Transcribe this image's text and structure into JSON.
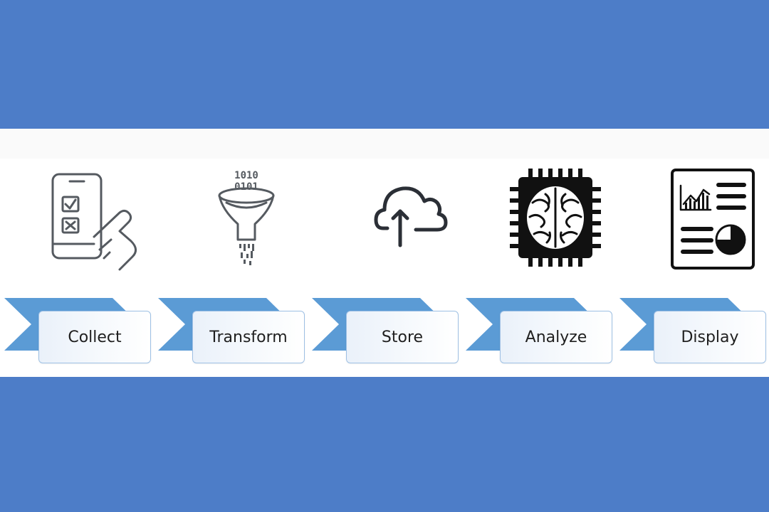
{
  "colors": {
    "background": "#4d7dc8",
    "band": "#ffffff",
    "chevron": "#5b9bd5",
    "label_border": "#9ec0e4",
    "icon_gray": "#555a60",
    "icon_dark": "#2b2f36",
    "icon_black": "#111111"
  },
  "stages": [
    {
      "label": "Collect",
      "icon": "smartphone-checklist-icon"
    },
    {
      "label": "Transform",
      "icon": "funnel-binary-icon"
    },
    {
      "label": "Store",
      "icon": "cloud-upload-icon"
    },
    {
      "label": "Analyze",
      "icon": "brain-chip-icon"
    },
    {
      "label": "Display",
      "icon": "report-dashboard-icon"
    }
  ]
}
